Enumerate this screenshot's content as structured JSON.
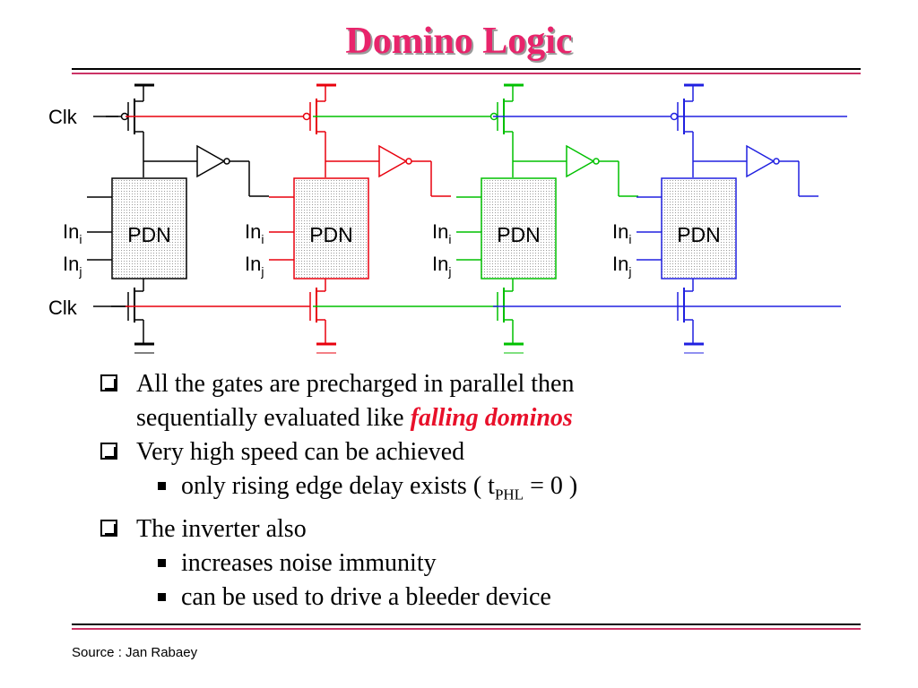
{
  "slide": {
    "title": "Domino Logic",
    "source": "Source : Jan Rabaey"
  },
  "circuit": {
    "clk_top_label": "Clk",
    "clk_bottom_label": "Clk",
    "in_i_main": "In",
    "in_i_sub": "i",
    "in_j_main": "In",
    "in_j_sub": "j",
    "pdn_label": "PDN",
    "stage_colors": [
      "#000000",
      "#e8000d",
      "#00c000",
      "#2020e0"
    ]
  },
  "bullets": {
    "b1_line1": "All the gates are precharged in parallel then",
    "b1_line2_prefix": "sequentially evaluated like ",
    "b1_line2_emph": "falling dominos",
    "b2": "Very high speed can  be achieved",
    "b2_sub_prefix": "only rising edge delay exists ( t",
    "b2_sub_subscript": "PHL",
    "b2_sub_suffix": " = 0 )",
    "b3": "The inverter also",
    "b3_sub1": "increases noise immunity",
    "b3_sub2": "can be used to drive a bleeder device"
  }
}
